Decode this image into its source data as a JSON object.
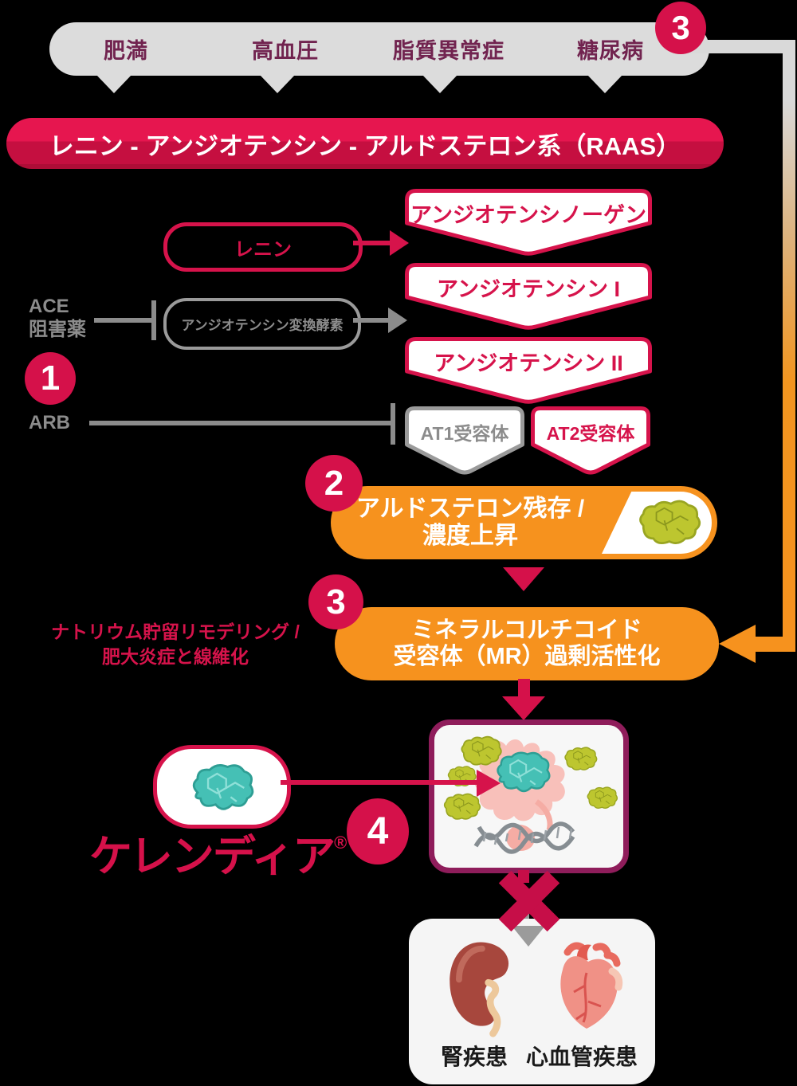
{
  "colors": {
    "background": "#000000",
    "crimson": "#D6134B",
    "badge_red": "#D5114A",
    "banner_red_top": "#E6164F",
    "banner_red_bottom": "#C50F40",
    "orange": "#F6921E",
    "gray": "#8C8C8C",
    "light_gray": "#DCDCDC",
    "plum_text": "#71234F",
    "box_border_maroon": "#8F1D5B",
    "molecule_yellow": "#BDC62F",
    "molecule_teal": "#45C0B5"
  },
  "risk_bar": {
    "labels": [
      "肥満",
      "高血圧",
      "脂質異常症",
      "糖尿病"
    ],
    "badge": "3"
  },
  "raas": {
    "title": "レニン - アンジオテンシン - アルドステロン系（RAAS）"
  },
  "cascade": {
    "angiotensinogen": "アンジオテンシノーゲン",
    "renin": "レニン",
    "angiotensin_i": "アンジオテンシン I",
    "ace_inhibitor_line1": "ACE",
    "ace_inhibitor_line2": "阻害薬",
    "ace_enzyme": "アンジオテンシン変換酵素",
    "badge_1": "1",
    "angiotensin_ii": "アンジオテンシン II",
    "arb": "ARB",
    "at1_receptor": "AT1受容体",
    "at2_receptor": "AT2受容体"
  },
  "aldosterone": {
    "badge": "2",
    "line1": "アルドステロン残存 /",
    "line2": "濃度上昇"
  },
  "mr_activation": {
    "badge": "3",
    "line1": "ミネラルコルチコイド",
    "line2": "受容体（MR）過剰活性化"
  },
  "sodium_note": {
    "line1": "ナトリウム貯留リモデリング /",
    "line2": "肥大炎症と線維化"
  },
  "kerendia": {
    "name": "ケレンディア",
    "registered_mark": "®",
    "badge": "4"
  },
  "outcomes": {
    "kidney": "腎疾患",
    "cardiovascular": "心血管疾患"
  }
}
